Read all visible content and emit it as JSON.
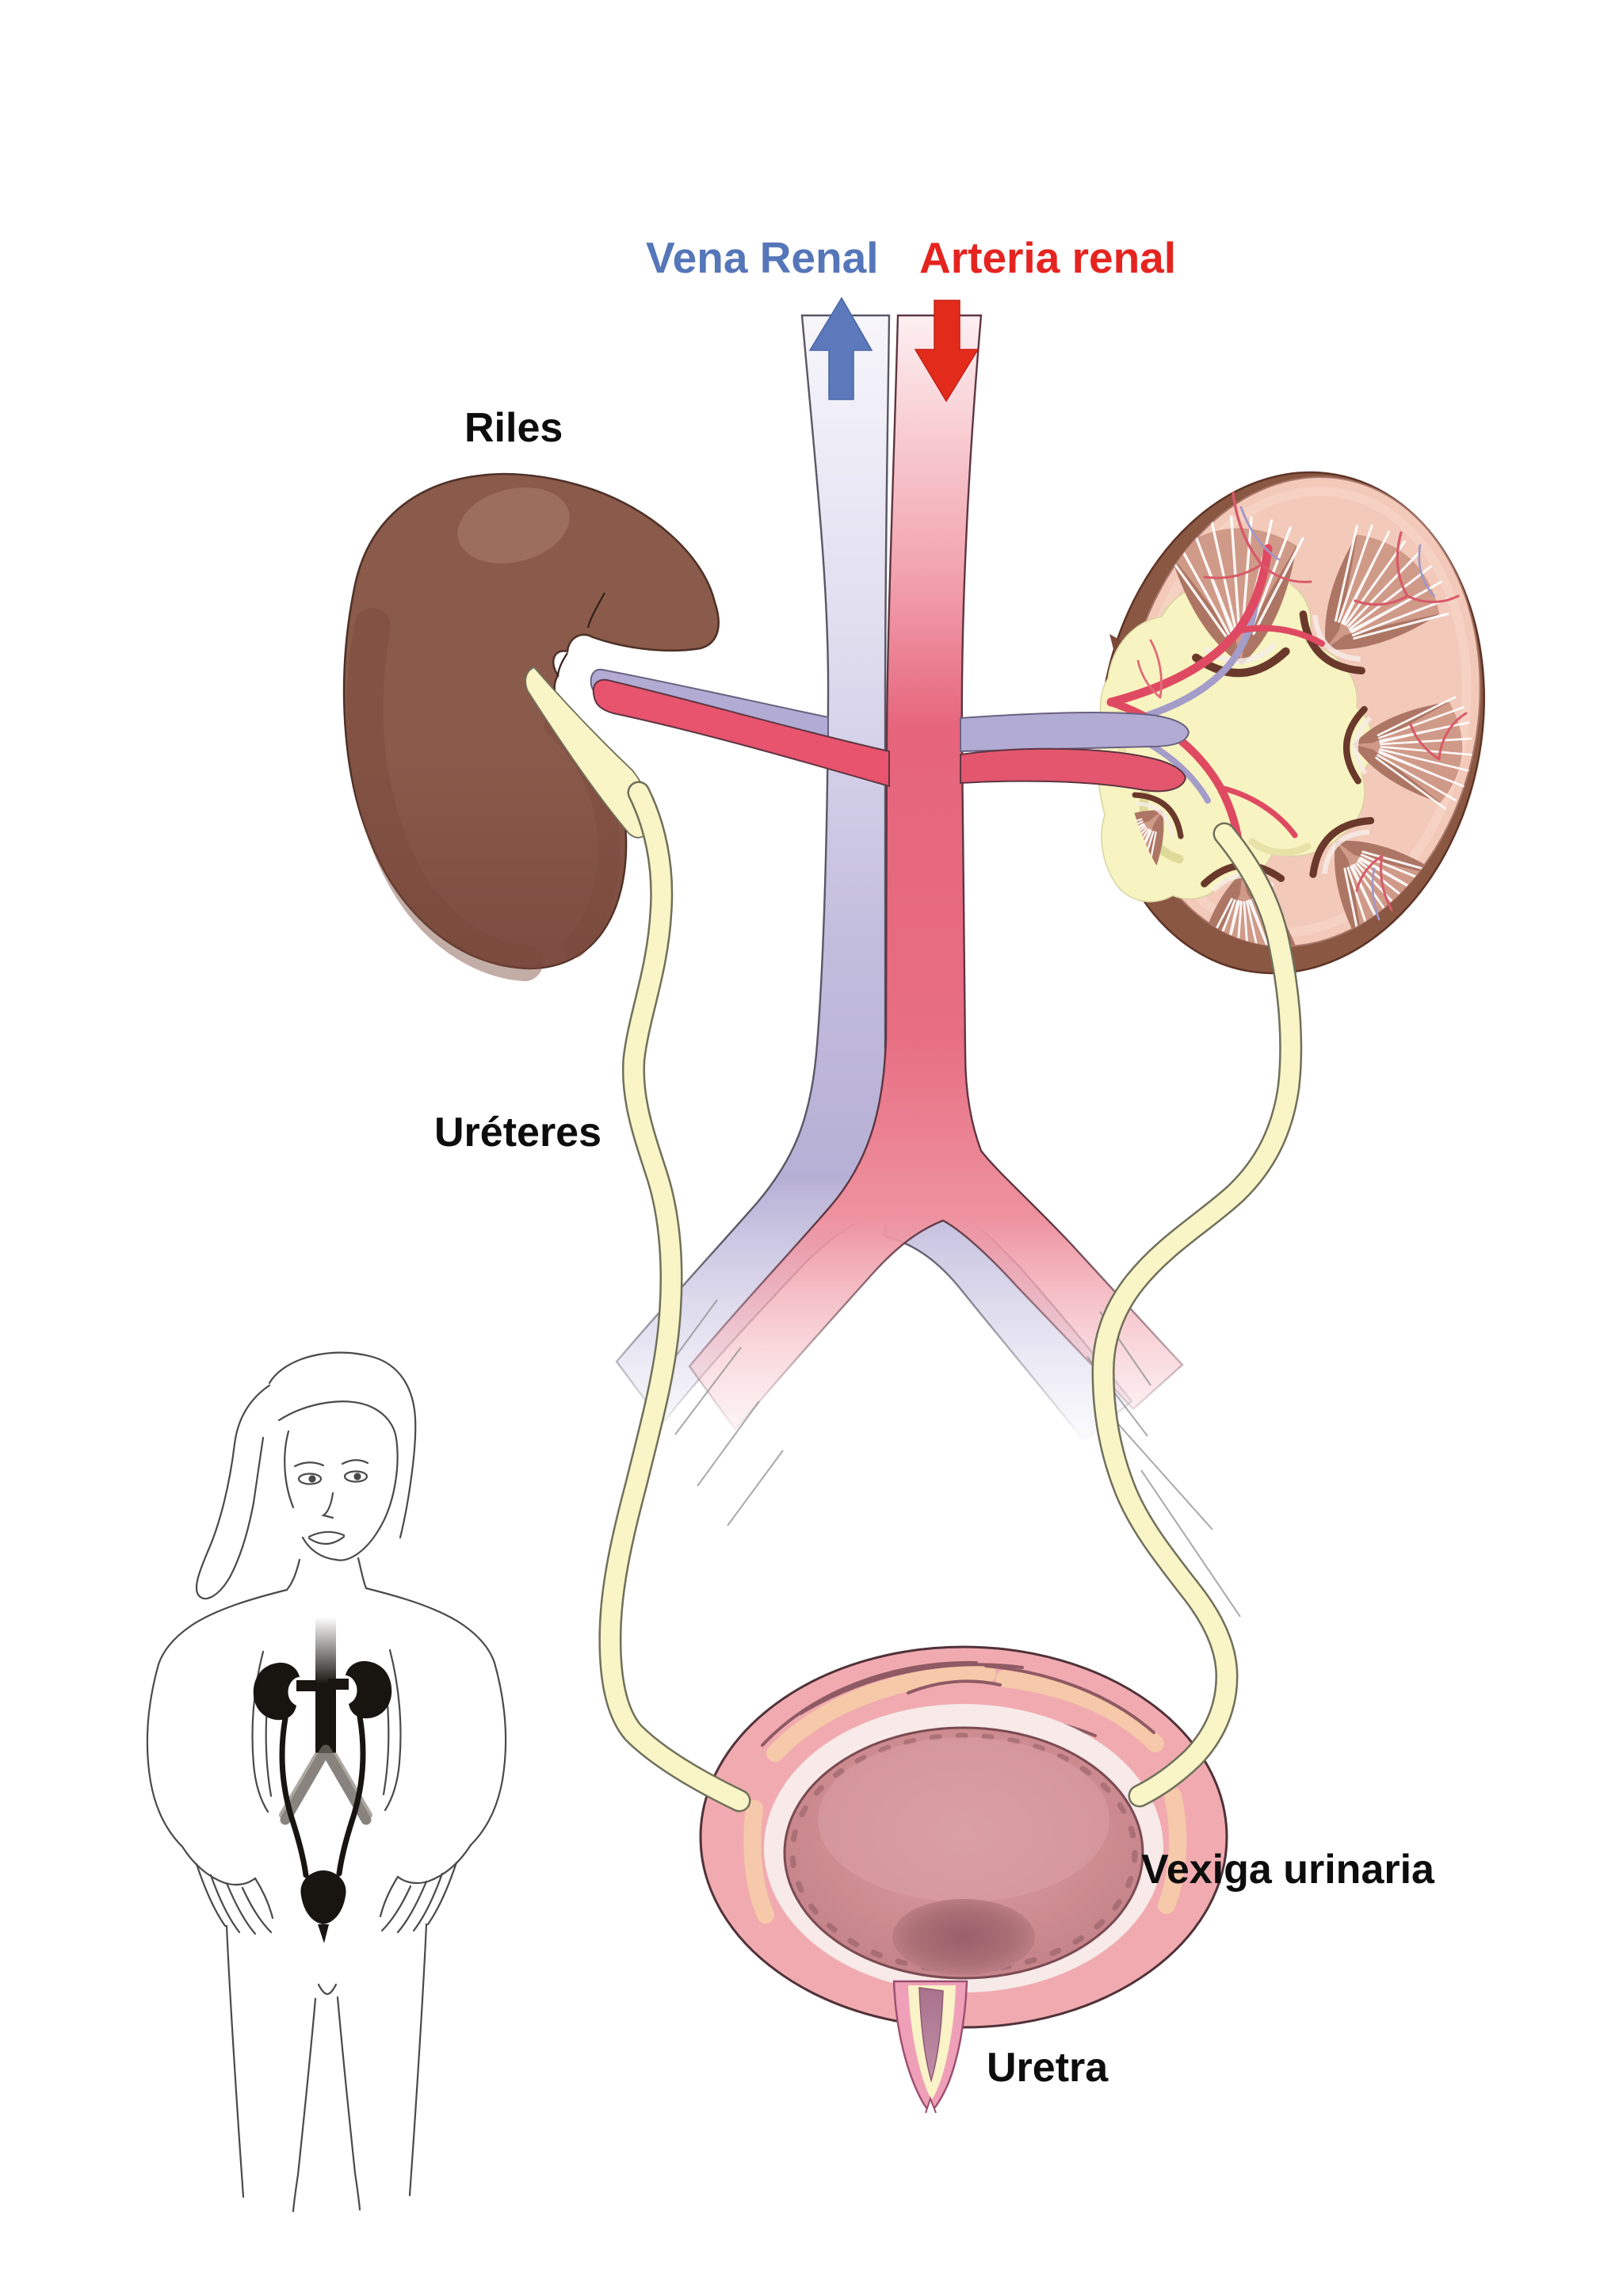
{
  "diagram": {
    "type": "anatomical-diagram",
    "subject": "Human urinary system (female): kidneys, renal vessels, ureters, bladder, urethra",
    "language": "Galician",
    "background_color": "#ffffff",
    "labels": {
      "vena_renal": {
        "text": "Vena Renal",
        "color": "#5576b8"
      },
      "arteria_renal": {
        "text": "Arteria renal",
        "color": "#e52420"
      },
      "riles": {
        "text": "Riles",
        "color": "#0d0d0d"
      },
      "ureteres": {
        "text": "Uréteres",
        "color": "#0d0d0d"
      },
      "vexiga_urinaria": {
        "text": "Vexiga urinaria",
        "color": "#0d0d0d"
      },
      "uretra": {
        "text": "Uretra",
        "color": "#0d0d0d"
      }
    },
    "icons": {
      "venous_flow": {
        "name": "up-arrow-icon",
        "direction": "up",
        "color": "#5b79bb"
      },
      "arterial_flow": {
        "name": "down-arrow-icon",
        "direction": "down",
        "color": "#e32b1c"
      }
    },
    "colors": {
      "vein": "#b7b0d6",
      "artery": "#e6647c",
      "kidney_brown": "#8a5a4b",
      "kidney_highlight": "#9c6e5c",
      "kidney_shadow": "#7a493c",
      "cortex_pink": "#f3c9ba",
      "renal_pelvis_yellow": "#f8f4c2",
      "ureter_yellow": "#faf5c6",
      "bladder_wall_pink": "#f1abb0",
      "bladder_inner": "#cd8b90",
      "urethra_pink": "#efa0b8",
      "figure_line": "#4a4a4a",
      "silhouette_black": "#181410"
    }
  }
}
